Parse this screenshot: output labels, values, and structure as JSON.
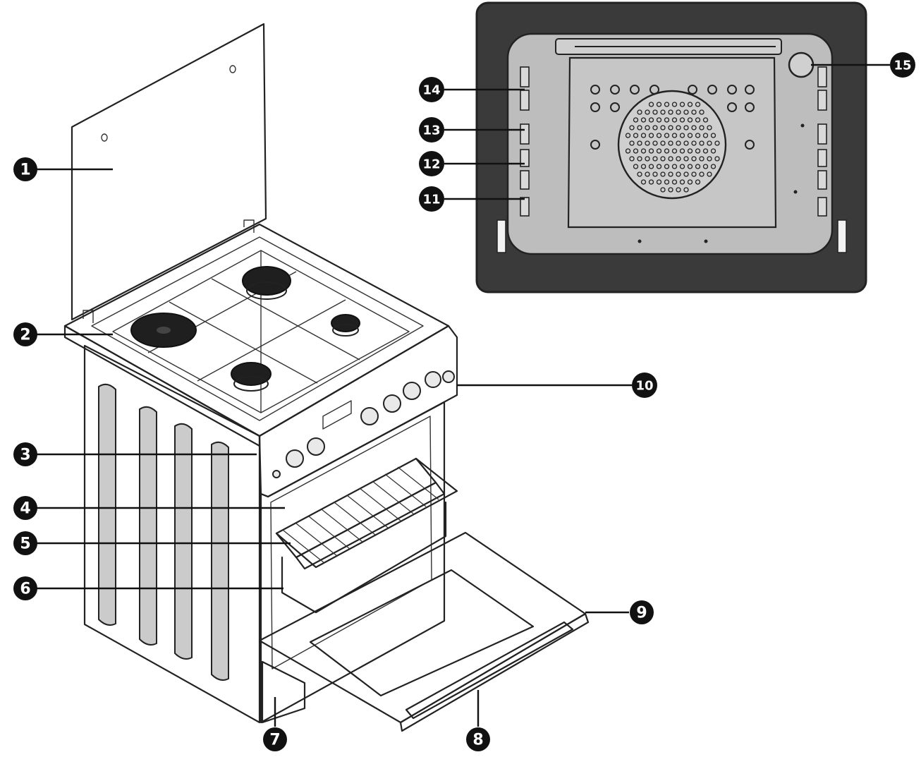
{
  "diagram": {
    "callouts": [
      {
        "id": "callout-1",
        "label": "1"
      },
      {
        "id": "callout-2",
        "label": "2"
      },
      {
        "id": "callout-3",
        "label": "3"
      },
      {
        "id": "callout-4",
        "label": "4"
      },
      {
        "id": "callout-5",
        "label": "5"
      },
      {
        "id": "callout-6",
        "label": "6"
      },
      {
        "id": "callout-7",
        "label": "7"
      },
      {
        "id": "callout-8",
        "label": "8"
      },
      {
        "id": "callout-9",
        "label": "9"
      },
      {
        "id": "callout-10",
        "label": "10"
      },
      {
        "id": "callout-11",
        "label": "11"
      },
      {
        "id": "callout-12",
        "label": "12"
      },
      {
        "id": "callout-13",
        "label": "13"
      },
      {
        "id": "callout-14",
        "label": "14"
      },
      {
        "id": "callout-15",
        "label": "15"
      }
    ],
    "colors": {
      "callout_fill": "#111111",
      "callout_text": "#ffffff",
      "panel_dark": "#3a3a3a",
      "cavity": "#bdbdbd",
      "line": "#222222"
    }
  }
}
